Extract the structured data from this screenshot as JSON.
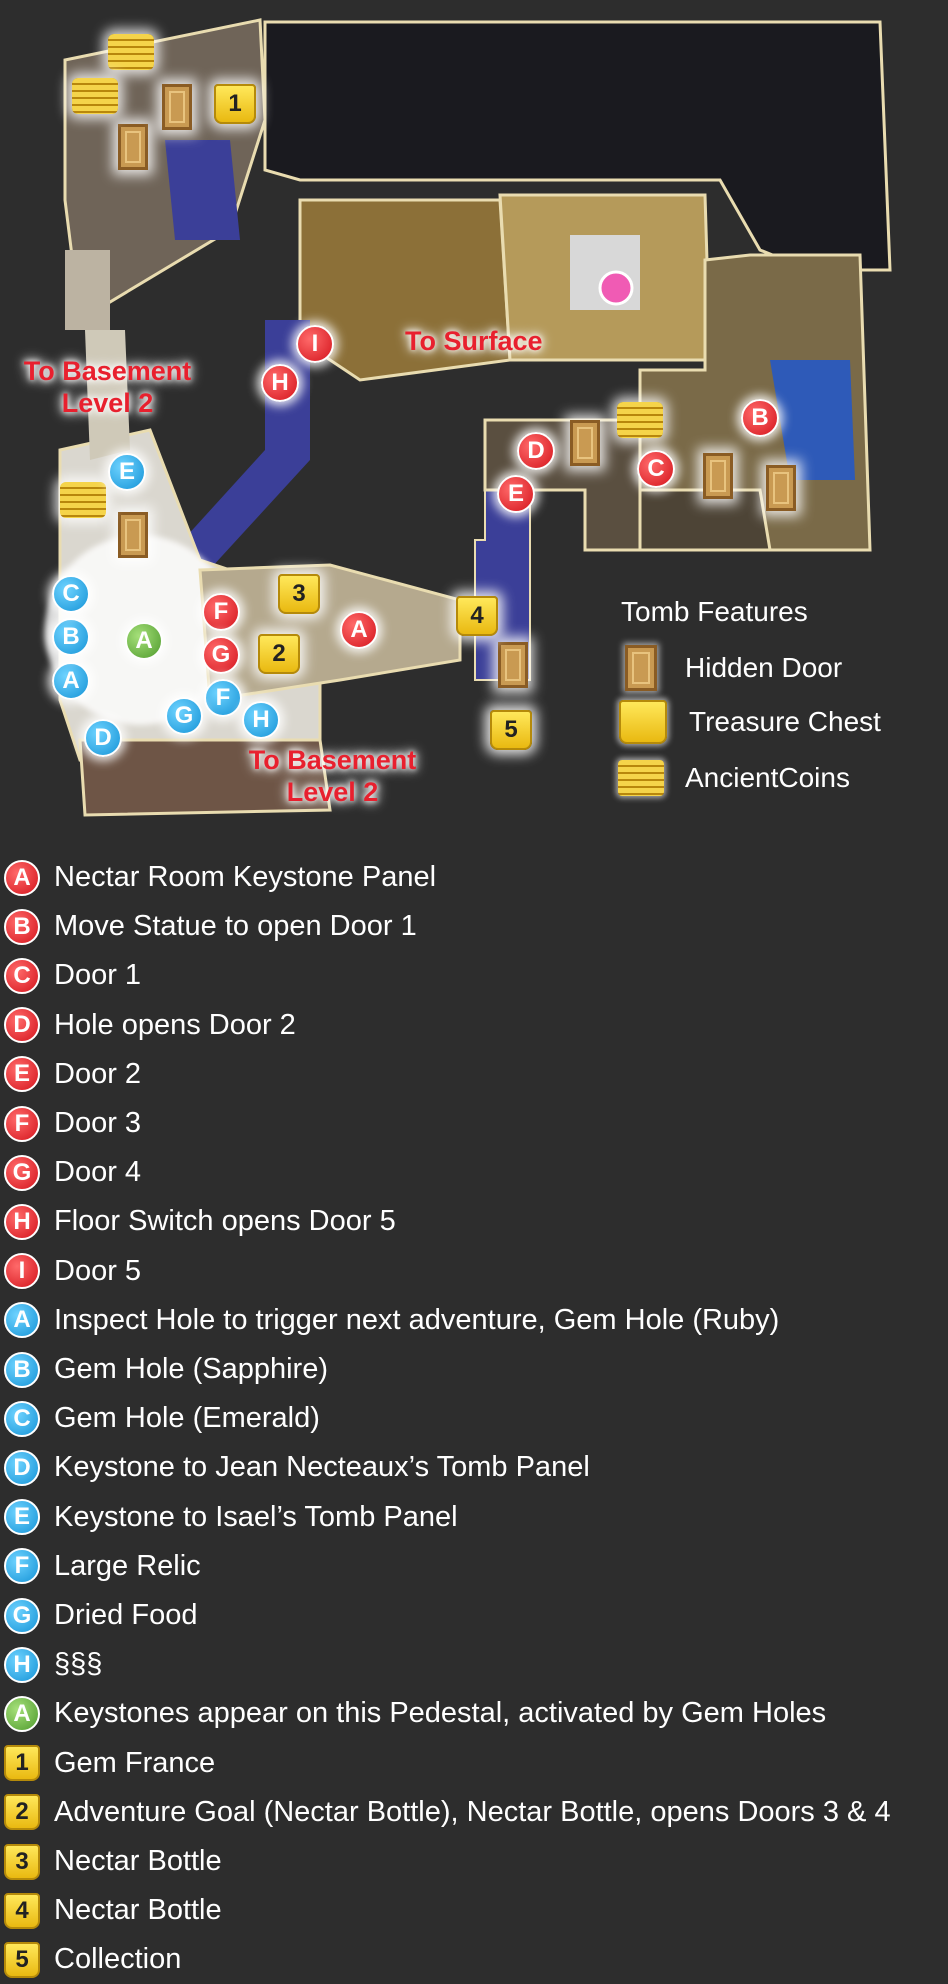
{
  "map_labels": {
    "to_surface": "To Surface",
    "to_basement_1": "To Basement Level 2",
    "to_basement_2": "To Basement Level 2"
  },
  "map_markers": [
    {
      "id": "red-A",
      "letter": "A",
      "color": "red"
    },
    {
      "id": "red-B",
      "letter": "B",
      "color": "red"
    },
    {
      "id": "red-C",
      "letter": "C",
      "color": "red"
    },
    {
      "id": "red-D",
      "letter": "D",
      "color": "red"
    },
    {
      "id": "red-E",
      "letter": "E",
      "color": "red"
    },
    {
      "id": "red-F",
      "letter": "F",
      "color": "red"
    },
    {
      "id": "red-G",
      "letter": "G",
      "color": "red"
    },
    {
      "id": "red-H",
      "letter": "H",
      "color": "red"
    },
    {
      "id": "red-I",
      "letter": "I",
      "color": "red"
    },
    {
      "id": "blue-A",
      "letter": "A",
      "color": "blue"
    },
    {
      "id": "blue-B",
      "letter": "B",
      "color": "blue"
    },
    {
      "id": "blue-C",
      "letter": "C",
      "color": "blue"
    },
    {
      "id": "blue-D",
      "letter": "D",
      "color": "blue"
    },
    {
      "id": "blue-E",
      "letter": "E",
      "color": "blue"
    },
    {
      "id": "blue-F",
      "letter": "F",
      "color": "blue"
    },
    {
      "id": "blue-G",
      "letter": "G",
      "color": "blue"
    },
    {
      "id": "blue-H",
      "letter": "H",
      "color": "blue"
    },
    {
      "id": "green-A",
      "letter": "A",
      "color": "green"
    }
  ],
  "map_chests": [
    "1",
    "2",
    "3",
    "4",
    "5"
  ],
  "features": {
    "title": "Tomb Features",
    "items": [
      {
        "icon": "hidden-door-icon",
        "label": "Hidden Door"
      },
      {
        "icon": "treasure-chest-icon",
        "label": "Treasure Chest"
      },
      {
        "icon": "ancient-coins-icon",
        "label": "AncientCoins"
      }
    ]
  },
  "legend": [
    {
      "marker": "A",
      "color": "red",
      "text": "Nectar Room Keystone Panel"
    },
    {
      "marker": "B",
      "color": "red",
      "text": "Move Statue to open Door 1"
    },
    {
      "marker": "C",
      "color": "red",
      "text": "Door 1"
    },
    {
      "marker": "D",
      "color": "red",
      "text": "Hole opens Door 2"
    },
    {
      "marker": "E",
      "color": "red",
      "text": "Door 2"
    },
    {
      "marker": "F",
      "color": "red",
      "text": "Door 3"
    },
    {
      "marker": "G",
      "color": "red",
      "text": "Door 4"
    },
    {
      "marker": "H",
      "color": "red",
      "text": "Floor Switch opens Door 5"
    },
    {
      "marker": "I",
      "color": "red",
      "text": "Door 5"
    },
    {
      "marker": "A",
      "color": "blue",
      "text": "Inspect Hole to trigger next adventure, Gem Hole (Ruby)"
    },
    {
      "marker": "B",
      "color": "blue",
      "text": "Gem Hole (Sapphire)"
    },
    {
      "marker": "C",
      "color": "blue",
      "text": "Gem Hole (Emerald)"
    },
    {
      "marker": "D",
      "color": "blue",
      "text": "Keystone to Jean Necteaux’s Tomb Panel"
    },
    {
      "marker": "E",
      "color": "blue",
      "text": "Keystone to Isael’s Tomb Panel"
    },
    {
      "marker": "F",
      "color": "blue",
      "text": "Large Relic"
    },
    {
      "marker": "G",
      "color": "blue",
      "text": "Dried Food"
    },
    {
      "marker": "H",
      "color": "blue",
      "text": "§§§"
    },
    {
      "marker": "A",
      "color": "green",
      "text": "Keystones appear on this Pedestal, activated by Gem Holes"
    },
    {
      "marker": "1",
      "color": "chest",
      "text": "Gem France"
    },
    {
      "marker": "2",
      "color": "chest",
      "text": "Adventure Goal (Nectar Bottle), Nectar Bottle, opens Doors 3 & 4"
    },
    {
      "marker": "3",
      "color": "chest",
      "text": "Nectar Bottle"
    },
    {
      "marker": "4",
      "color": "chest",
      "text": "Nectar Bottle"
    },
    {
      "marker": "5",
      "color": "chest",
      "text": "Collection"
    }
  ]
}
